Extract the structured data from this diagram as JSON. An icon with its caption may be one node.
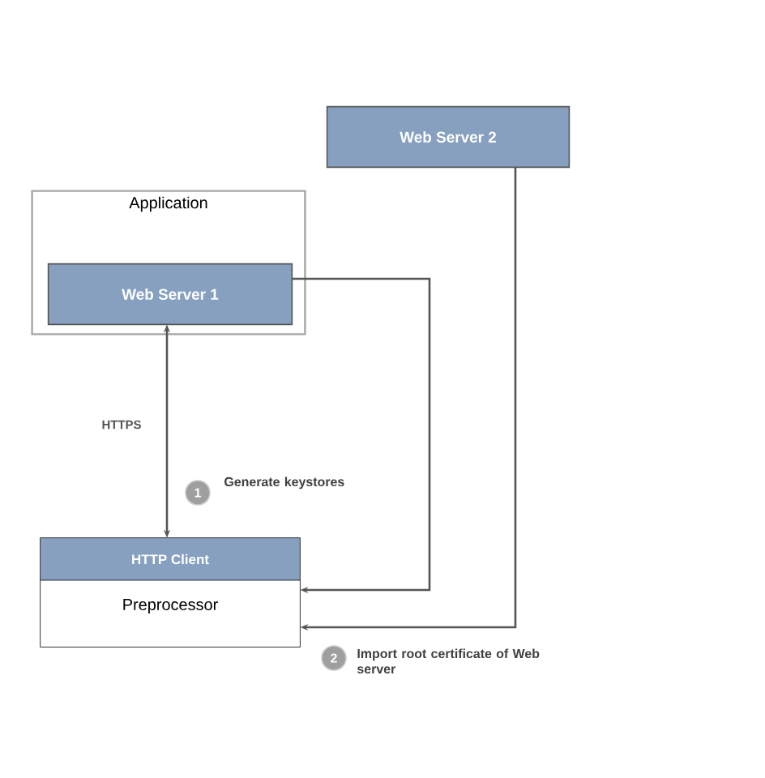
{
  "diagram": {
    "nodes": [
      {
        "text": [
          "Application"
        ]
      },
      {
        "text": [
          "Web Server 1"
        ],
        "in": 0
      },
      {
        "text": [
          "Web Server 2"
        ]
      },
      {
        "text": [
          "HTTP Client",
          "Preprocessor"
        ]
      }
    ],
    "edges": [
      {
        "from": 1,
        "to": 3,
        "arrow": "both",
        "label": "HTTPS"
      },
      {
        "from": 1,
        "to": 3,
        "arrow": "to"
      },
      {
        "from": 2,
        "to": 3,
        "arrow": "to"
      }
    ],
    "labels": [
      "1",
      "Generate keystores",
      "2",
      "Import root certificate of Web server"
    ]
  }
}
